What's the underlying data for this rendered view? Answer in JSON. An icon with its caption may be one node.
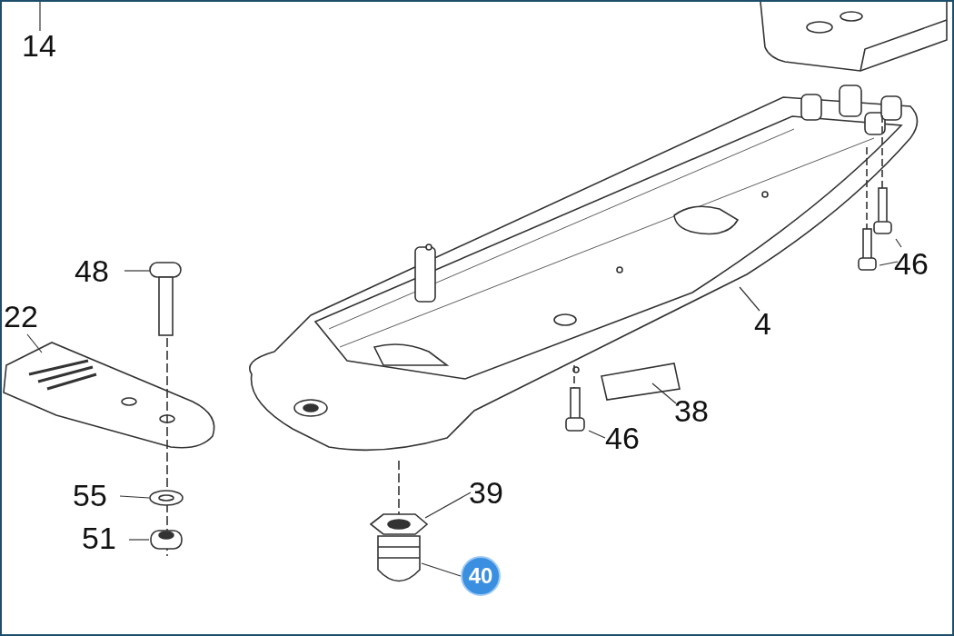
{
  "diagram": {
    "nodes": [
      {
        "text": [
          "14"
        ]
      },
      {
        "text": [
          "48"
        ]
      },
      {
        "text": [
          "22"
        ]
      },
      {
        "text": [
          "55"
        ]
      },
      {
        "text": [
          "51"
        ]
      },
      {
        "text": [
          "4"
        ]
      },
      {
        "text": [
          "46"
        ]
      },
      {
        "text": [
          "38"
        ]
      },
      {
        "text": [
          "46"
        ]
      },
      {
        "text": [
          "39"
        ]
      },
      {
        "text": [
          "40"
        ]
      }
    ],
    "edges": [
      {
        "from": 0,
        "to": null,
        "arrow": "none"
      },
      {
        "from": 1,
        "to": null,
        "arrow": "none"
      },
      {
        "from": 2,
        "to": null,
        "arrow": "none"
      },
      {
        "from": 3,
        "to": null,
        "arrow": "none"
      },
      {
        "from": 4,
        "to": null,
        "arrow": "none"
      },
      {
        "from": 5,
        "to": null,
        "arrow": "none"
      },
      {
        "from": 6,
        "to": null,
        "arrow": "none"
      },
      {
        "from": 6,
        "to": null,
        "arrow": "none"
      },
      {
        "from": 7,
        "to": null,
        "arrow": "none"
      },
      {
        "from": 8,
        "to": null,
        "arrow": "none"
      },
      {
        "from": 9,
        "to": null,
        "arrow": "none"
      },
      {
        "from": 10,
        "to": null,
        "arrow": "none"
      }
    ]
  }
}
